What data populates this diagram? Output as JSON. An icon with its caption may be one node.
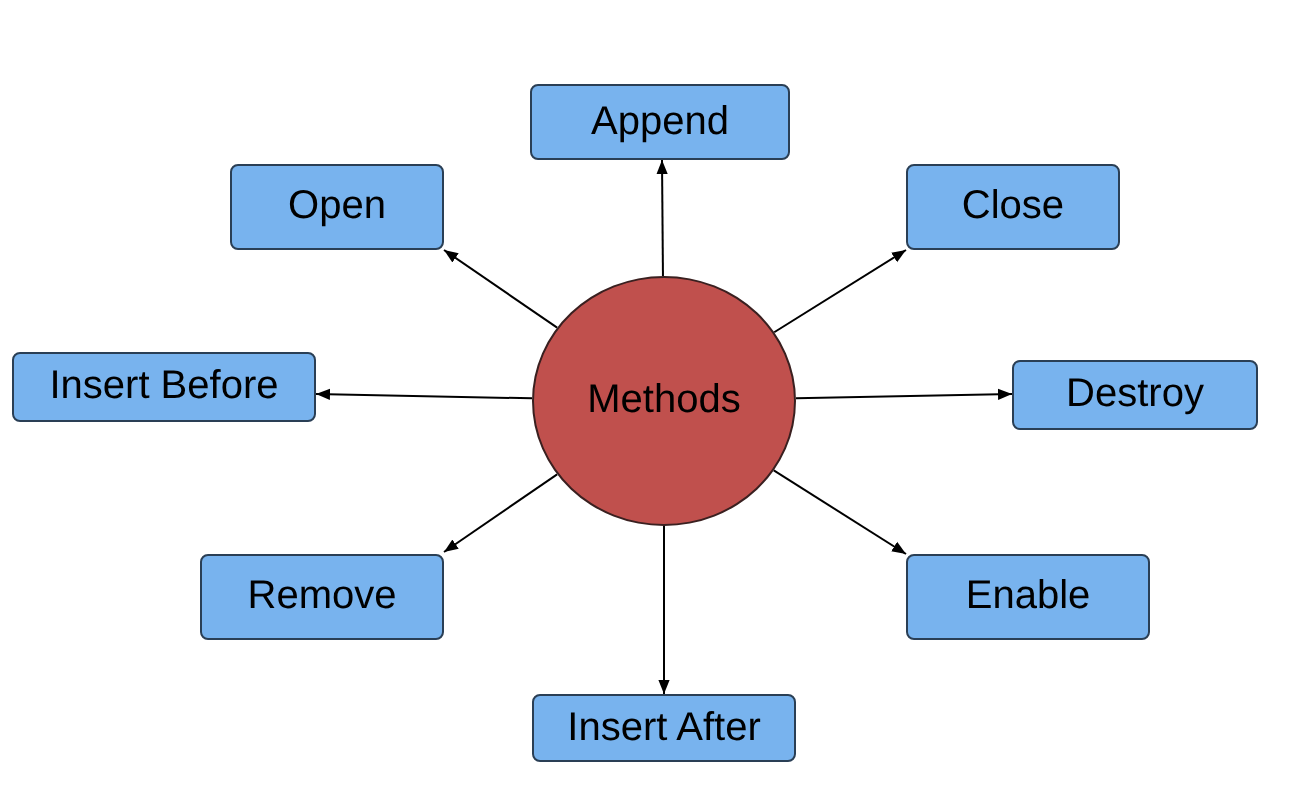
{
  "diagram": {
    "nodes": [
      {
        "text": [
          "Append"
        ]
      },
      {
        "text": [
          "Open"
        ]
      },
      {
        "text": [
          "Close"
        ]
      },
      {
        "text": [
          "Insert Before"
        ]
      },
      {
        "text": [
          "Methods"
        ]
      },
      {
        "text": [
          "Destroy"
        ]
      },
      {
        "text": [
          "Remove"
        ]
      },
      {
        "text": [
          "Enable"
        ]
      },
      {
        "text": [
          "Insert After"
        ]
      }
    ],
    "edges": [
      {
        "from": 4,
        "to": 0,
        "arrow": "to"
      },
      {
        "from": 4,
        "to": 1,
        "arrow": "to"
      },
      {
        "from": 4,
        "to": 2,
        "arrow": "to"
      },
      {
        "from": 4,
        "to": 3,
        "arrow": "to"
      },
      {
        "from": 4,
        "to": 5,
        "arrow": "to"
      },
      {
        "from": 4,
        "to": 6,
        "arrow": "to"
      },
      {
        "from": 4,
        "to": 7,
        "arrow": "to"
      },
      {
        "from": 4,
        "to": 8,
        "arrow": "to"
      }
    ]
  }
}
